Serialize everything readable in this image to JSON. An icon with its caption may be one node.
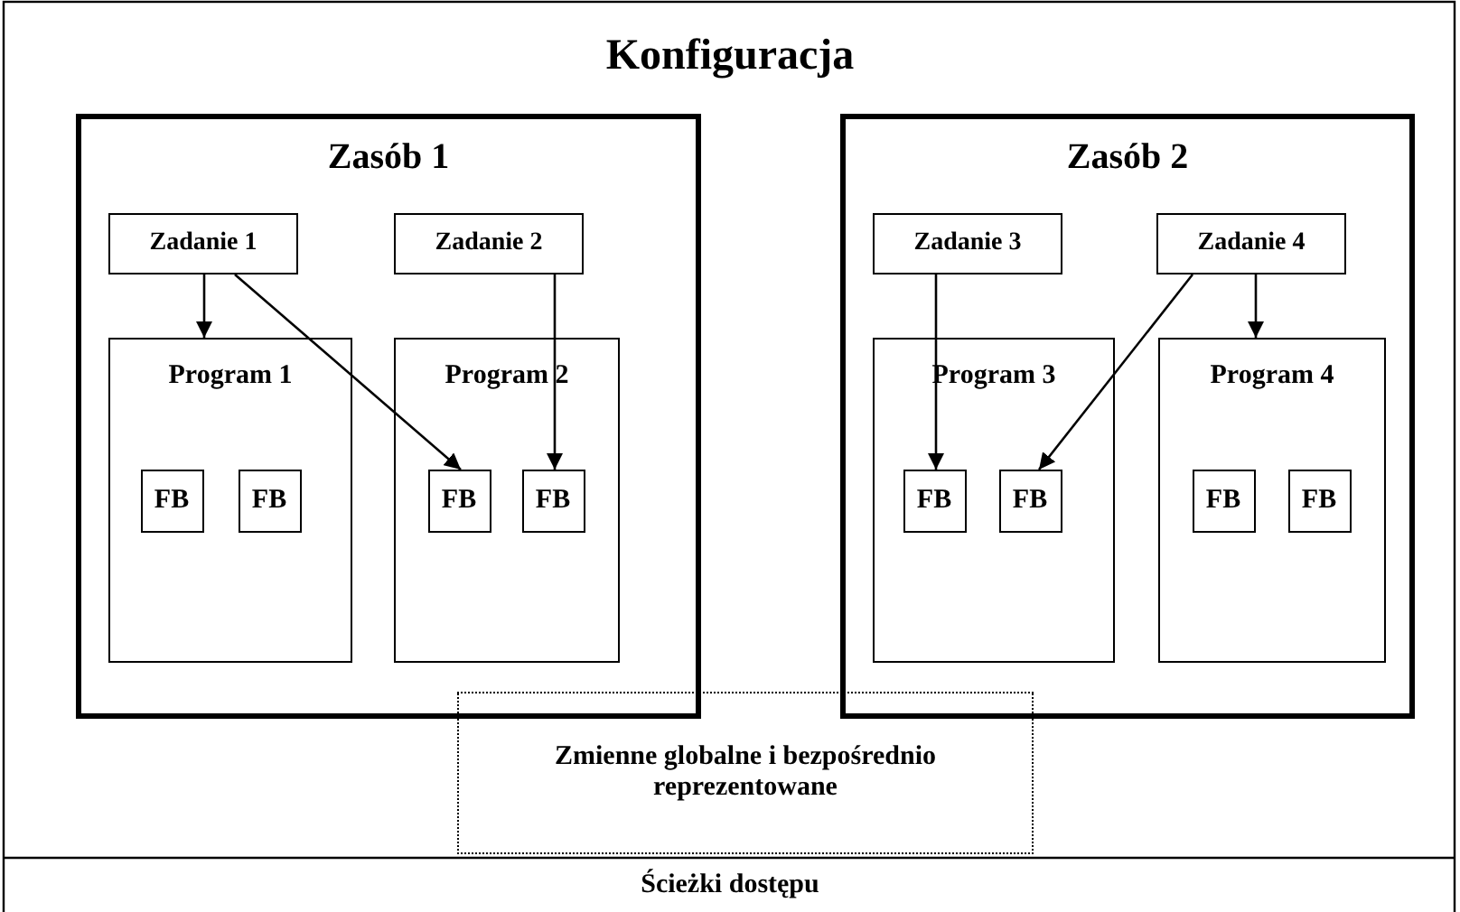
{
  "diagram": {
    "title": "Konfiguracja",
    "nodes": [
      {
        "text": [
          "Zasób 1"
        ]
      },
      {
        "text": [
          "Zadanie 1"
        ],
        "in": 0
      },
      {
        "text": [
          "Zadanie 2"
        ],
        "in": 0
      },
      {
        "text": [
          "Program 1"
        ],
        "in": 0
      },
      {
        "text": [
          "FB"
        ],
        "in": 3
      },
      {
        "text": [
          "FB"
        ],
        "in": 3
      },
      {
        "text": [
          "Program 2"
        ],
        "in": 0
      },
      {
        "text": [
          "FB"
        ],
        "in": 6
      },
      {
        "text": [
          "FB"
        ],
        "in": 6
      },
      {
        "text": [
          "Zasób 2"
        ]
      },
      {
        "text": [
          "Zadanie 3"
        ],
        "in": 9
      },
      {
        "text": [
          "Zadanie 4"
        ],
        "in": 9
      },
      {
        "text": [
          "Program 3"
        ],
        "in": 9
      },
      {
        "text": [
          "FB"
        ],
        "in": 12
      },
      {
        "text": [
          "FB"
        ],
        "in": 12
      },
      {
        "text": [
          "Program 4"
        ],
        "in": 9
      },
      {
        "text": [
          "FB"
        ],
        "in": 15
      },
      {
        "text": [
          "FB"
        ],
        "in": 15
      },
      {
        "text": [
          "Zmienne globalne i bezpośrednio reprezentowane"
        ]
      }
    ],
    "edges": [
      {
        "from": 1,
        "to": 3,
        "arrow": "to"
      },
      {
        "from": 1,
        "to": 7,
        "arrow": "to"
      },
      {
        "from": 2,
        "to": 8,
        "arrow": "to"
      },
      {
        "from": 10,
        "to": 13,
        "arrow": "to"
      },
      {
        "from": 11,
        "to": 14,
        "arrow": "to"
      },
      {
        "from": 11,
        "to": 15,
        "arrow": "to"
      }
    ],
    "labels": [
      "Ścieżki dostępu"
    ]
  }
}
